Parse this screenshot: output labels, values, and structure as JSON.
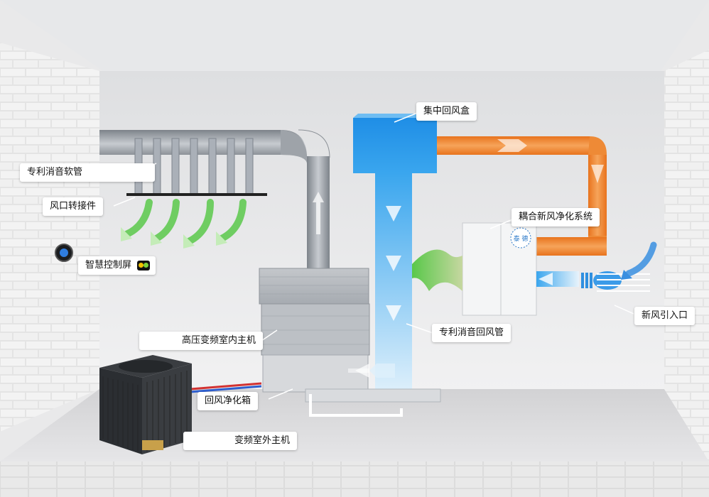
{
  "labels": {
    "patent_muffler_hose": "专利消音软管",
    "air_outlet_adapter": "风口转接件",
    "smart_control_screen": "智慧控制屏",
    "central_return_box": "集中回风盒",
    "coupled_fresh_air_system": "耦合新风净化系统",
    "fresh_air_intake": "新风引入口",
    "patent_muffler_return_duct": "专利消音回风管",
    "hp_inverter_indoor_unit": "高压变频室内主机",
    "return_air_purify_box": "回风净化箱",
    "inverter_outdoor_unit": "变频室外主机"
  },
  "logo_text": "泰 德",
  "colors": {
    "return_air_blue": "#2f8fe0",
    "fresh_air_orange": "#f08a2c",
    "supply_green": "#59c84a",
    "duct_grey": "#9aa0a6"
  },
  "icons": {
    "control_screen": "thermostat-icon",
    "screen_badge": "indicator-lights-icon"
  }
}
